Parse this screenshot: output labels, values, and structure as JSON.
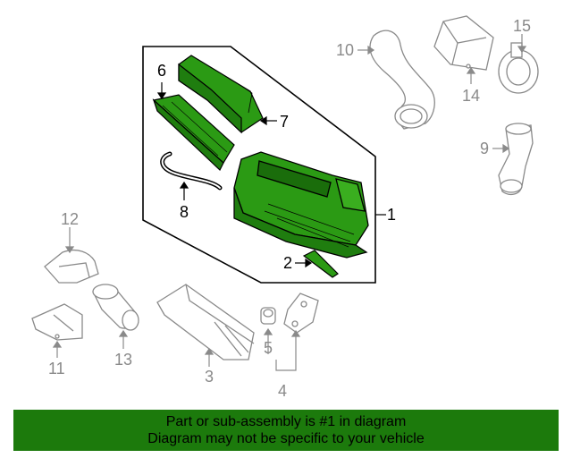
{
  "callouts": {
    "c1": "1",
    "c2": "2",
    "c3": "3",
    "c4": "4",
    "c5": "5",
    "c6": "6",
    "c7": "7",
    "c8": "8",
    "c9": "9",
    "c10": "10",
    "c11": "11",
    "c12": "12",
    "c13": "13",
    "c14": "14",
    "c15": "15"
  },
  "footer": {
    "line1": "Part or sub-assembly is #1 in diagram",
    "line2": "Diagram may not be specific to your vehicle"
  },
  "colors": {
    "highlight_green": "#2b9a14",
    "footer_green": "#1c7a0c",
    "line_gray": "#8a8a8a"
  }
}
